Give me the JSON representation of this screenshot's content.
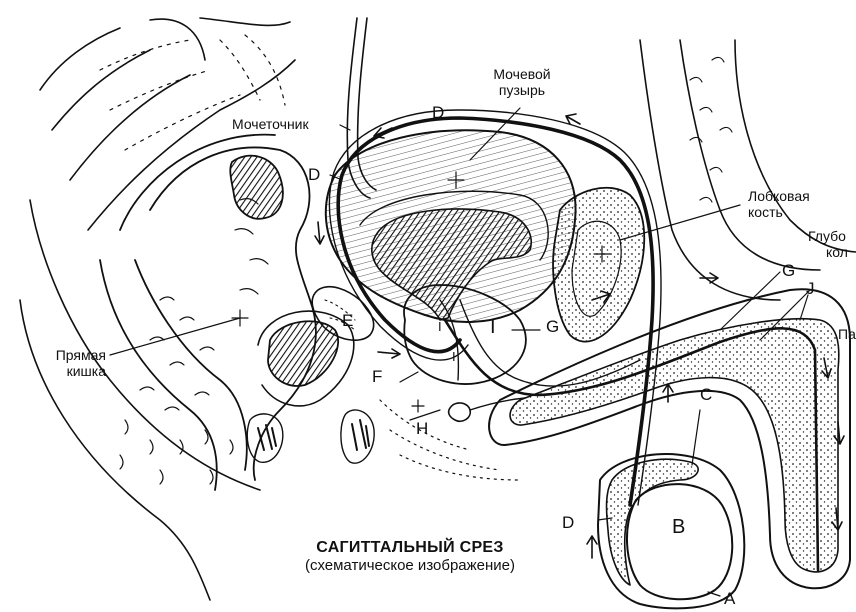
{
  "labels": {
    "ureter": "Мочеточник",
    "bladder_l1": "Мочевой",
    "bladder_l2": "пузырь",
    "pubic_l1": "Лобковая",
    "pubic_l2": "кость",
    "deep_l1": "Глубо",
    "deep_l2": "кол",
    "pa": "Па",
    "rectum_l1": "Прямая",
    "rectum_l2": "кишка"
  },
  "letters": {
    "d_top": "D",
    "d_left": "D",
    "d_bottom": "D",
    "e": "E",
    "f": "F",
    "g_mid": "G",
    "g_right": "G",
    "h": "H",
    "i_small_1": "I",
    "i_big": "I",
    "i_small_2": "I",
    "j": "J",
    "c": "C",
    "b": "B",
    "a": "A"
  },
  "title": {
    "line1": "САГИТТАЛЬНЫЙ СРЕЗ",
    "line2": "(схематическое изображение)"
  }
}
